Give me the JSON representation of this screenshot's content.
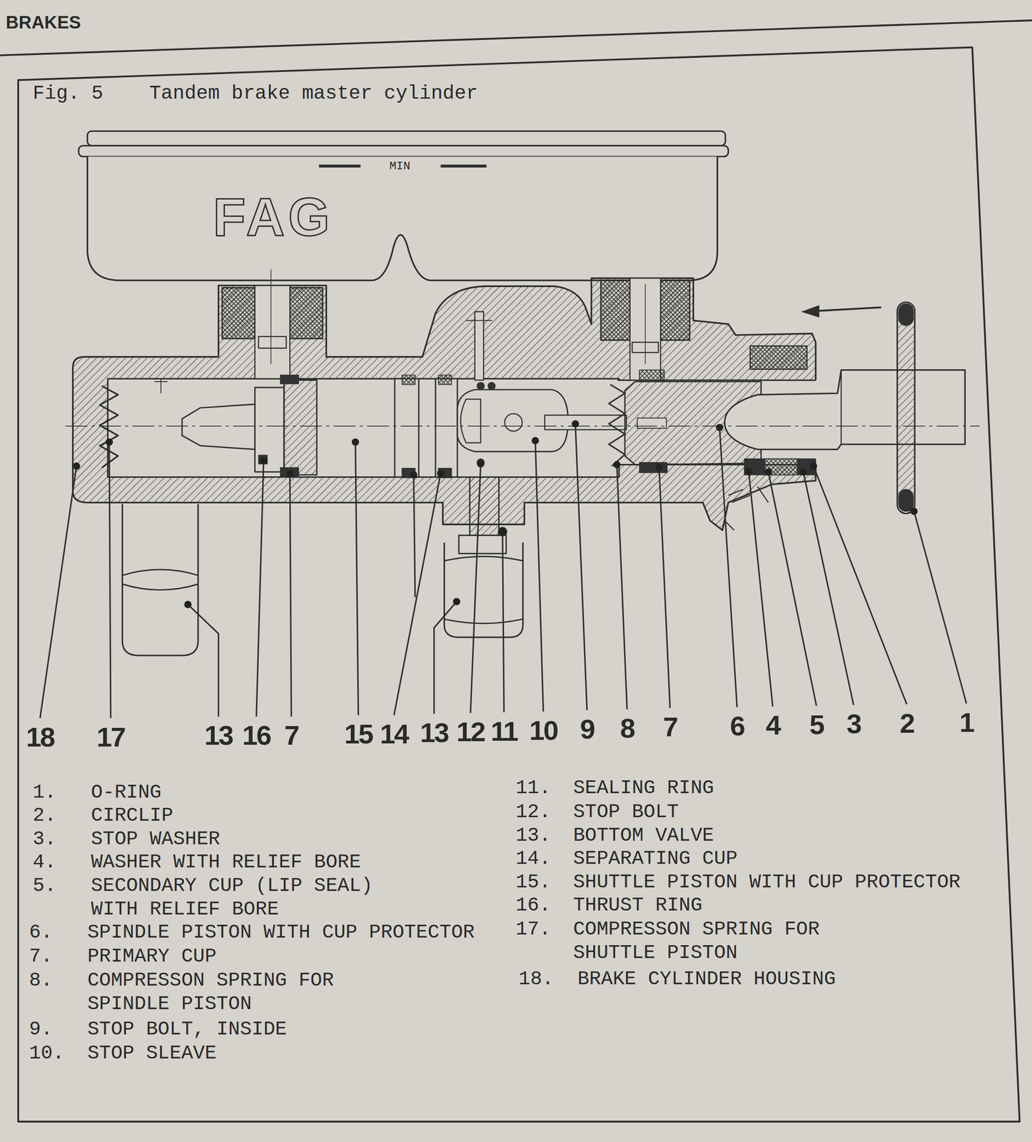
{
  "diagram": {
    "title": "Tandem brake master cylinder",
    "labels": [
      "BRAKES",
      "Fig. 5",
      "MIN",
      "FAG",
      "18",
      "17",
      "13",
      "16",
      "7",
      "15",
      "14",
      "13",
      "12",
      "11",
      "10",
      "9",
      "8",
      "7",
      "6",
      "4",
      "5",
      "3",
      "2",
      "1",
      "1.",
      "O-RING",
      "2.",
      "CIRCLIP",
      "3.",
      "STOP WASHER",
      "4.",
      "WASHER WITH RELIEF BORE",
      "5.",
      "SECONDARY CUP (LIP SEAL) WITH RELIEF BORE",
      "6.",
      "SPINDLE PISTON WITH CUP PROTECTOR",
      "7.",
      "PRIMARY CUP",
      "8.",
      "COMPRESSON SPRING FOR SPINDLE PISTON",
      "9.",
      "STOP BOLT, INSIDE",
      "10.",
      "STOP SLEAVE",
      "11.",
      "SEALING RING",
      "12.",
      "STOP BOLT",
      "13.",
      "BOTTOM VALVE",
      "14.",
      "SEPARATING CUP",
      "15.",
      "SHUTTLE PISTON WITH CUP PROTECTOR",
      "16.",
      "THRUST RING",
      "17.",
      "COMPRESSON SPRING FOR SHUTTLE PISTON",
      "18.",
      "BRAKE CYLINDER HOUSING"
    ]
  }
}
